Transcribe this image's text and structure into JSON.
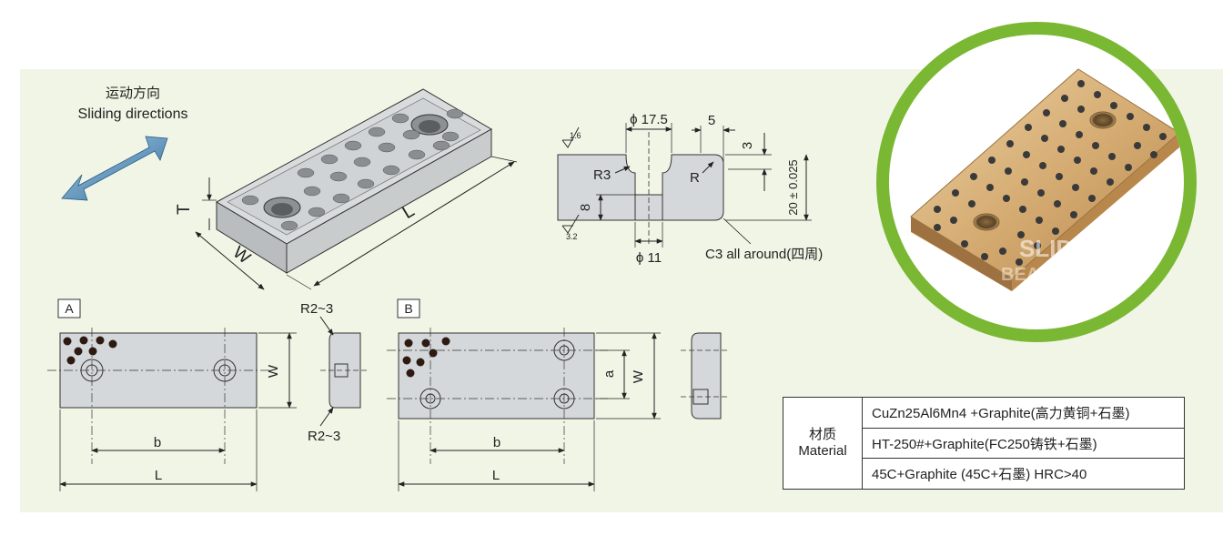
{
  "iso_view": {
    "sliding_title_cn": "运动方向",
    "sliding_title_en": "Sliding directions",
    "dim_t": "T",
    "dim_w": "W",
    "dim_l": "L"
  },
  "section_view": {
    "phi_top": "ϕ 17.5",
    "dim_5": "5",
    "dim_3": "3",
    "roughness_top": "1.6",
    "roughness_bottom": "3.2",
    "r3_label": "R3",
    "r_label": "R",
    "dim_8": "8",
    "thickness_label": "20 ± 0.025",
    "phi_bottom": "ϕ 11",
    "chamfer_note": "C3 all around(四周)"
  },
  "view_a": {
    "label": "A",
    "r_top": "R2~3",
    "r_bottom": "R2~3",
    "dim_w": "W",
    "dim_b": "b",
    "dim_l": "L"
  },
  "view_b": {
    "label": "B",
    "dim_a": "a",
    "dim_w": "W",
    "dim_b": "b",
    "dim_l": "L"
  },
  "materials": {
    "label_cn": "材质",
    "label_en": "Material",
    "rows": [
      "CuZn25Al6Mn4 +Graphite(高力黄铜+石墨)",
      "HT-250#+Graphite(FC250铸铁+石墨)",
      "45C+Graphite (45C+石墨) HRC>40"
    ]
  },
  "watermark": {
    "line1": "SLIDE",
    "line2": "BEARING"
  },
  "colors": {
    "panel_bg": "#f1f5e6",
    "ring": "#7ab833",
    "brass": "#d6ad74",
    "graphite": "#3a3a3a",
    "steel": "#d5d8da",
    "arrow": "#4a86b4"
  }
}
